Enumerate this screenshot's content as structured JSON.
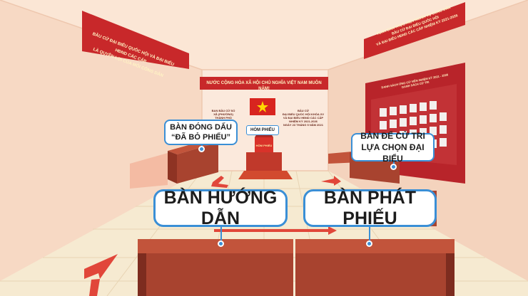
{
  "banners": {
    "left_wall": [
      "BẦU CỬ ĐẠI BIỂU QUỐC HỘI VÀ ĐẠI BIỂU HĐND CÁC CẤP",
      "LÀ QUYỀN LỢI CỦA MỖI CÔNG DÂN"
    ],
    "back_wall": "NƯỚC CỘNG HÒA XÃ HỘI CHỦ NGHĨA VIỆT NAM MUÔN NĂM!",
    "right_wall": [
      "TOÀN DÂN THỰC HIỆN NGHĨA VỤ CÔNG DÂN",
      "BẦU CỬ ĐẠI BIỂU QUỐC HỘI",
      "VÀ ĐẠI BIỂU HĐND CÁC CẤP NHIỆM KỲ 2021-2026"
    ]
  },
  "back_wall_notices": {
    "left": [
      "BAN BẦU CỬ SỐ",
      "XÃ (PHƯỜNG)",
      "THÀNH PHỐ"
    ],
    "right": [
      "BẦU CỬ",
      "ĐẠI BIỂU QUỐC HỘI KHÓA XV",
      "VÀ ĐẠI BIỂU HĐND CÁC CẤP",
      "NHIỆM KỲ 2021-2026",
      "NGÀY 23 THÁNG 5 NĂM 2021"
    ]
  },
  "board": {
    "title": "DANH SÁCH ỨNG CỬ VIÊN NHIỆM KỲ 2021 - 2026",
    "subtitle": "DANH SÁCH CỬ TRI"
  },
  "ballot_box": {
    "sign": "HÒM PHIẾU",
    "label": "HÒM PHIẾU"
  },
  "stations": {
    "stamp": [
      "BÀN ĐÓNG DẤU",
      "“ĐÃ BỎ PHIẾU”"
    ],
    "voter_choice": [
      "BÀN ĐỂ CỬ TRI",
      "LỰA CHỌN ĐẠI BIỂU"
    ],
    "guidance": "BÀN HƯỚNG DẪN",
    "ballot_issue": "BÀN PHÁT PHIẾU"
  },
  "colors": {
    "accent_red": "#c8282a",
    "banner_text": "#fff3c4",
    "callout_border": "#3a8fd6",
    "arrow_red": "#e1463a",
    "table_brown": "#a8432f"
  }
}
